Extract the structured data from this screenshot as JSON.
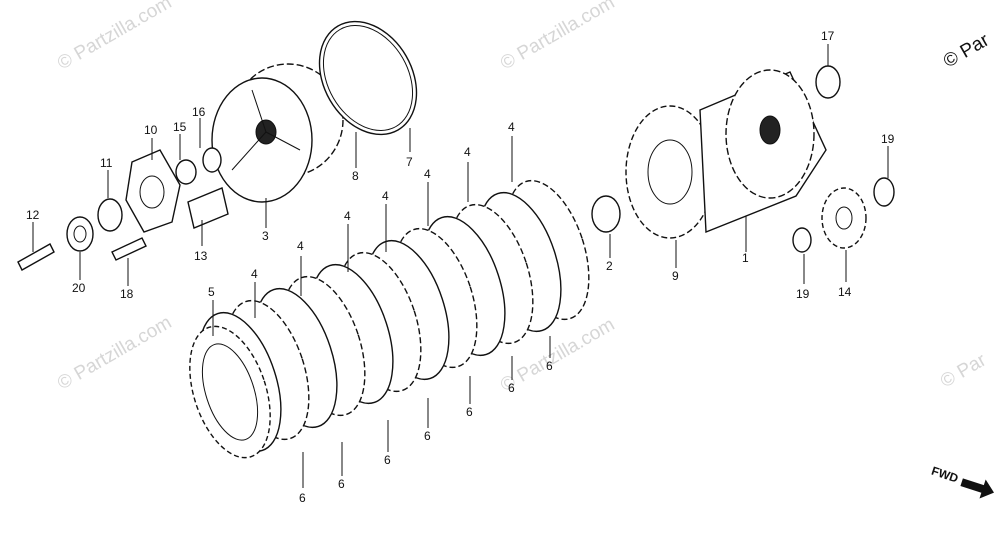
{
  "watermark": {
    "text": "© Partzilla.com",
    "corner_text": "© Par"
  },
  "fwd_label": "FWD",
  "callouts": [
    {
      "id": "c1",
      "text": "1"
    },
    {
      "id": "c2",
      "text": "2"
    },
    {
      "id": "c3",
      "text": "3"
    },
    {
      "id": "c4a",
      "text": "4"
    },
    {
      "id": "c4b",
      "text": "4"
    },
    {
      "id": "c4c",
      "text": "4"
    },
    {
      "id": "c4d",
      "text": "4"
    },
    {
      "id": "c4e",
      "text": "4"
    },
    {
      "id": "c4f",
      "text": "4"
    },
    {
      "id": "c4g",
      "text": "4"
    },
    {
      "id": "c5",
      "text": "5"
    },
    {
      "id": "c6a",
      "text": "6"
    },
    {
      "id": "c6b",
      "text": "6"
    },
    {
      "id": "c6c",
      "text": "6"
    },
    {
      "id": "c6d",
      "text": "6"
    },
    {
      "id": "c6e",
      "text": "6"
    },
    {
      "id": "c6f",
      "text": "6"
    },
    {
      "id": "c6g",
      "text": "6"
    },
    {
      "id": "c7",
      "text": "7"
    },
    {
      "id": "c8",
      "text": "8"
    },
    {
      "id": "c9",
      "text": "9"
    },
    {
      "id": "c10",
      "text": "10"
    },
    {
      "id": "c11",
      "text": "11"
    },
    {
      "id": "c12",
      "text": "12"
    },
    {
      "id": "c13",
      "text": "13"
    },
    {
      "id": "c14",
      "text": "14"
    },
    {
      "id": "c15",
      "text": "15"
    },
    {
      "id": "c16",
      "text": "16"
    },
    {
      "id": "c17",
      "text": "17"
    },
    {
      "id": "c18",
      "text": "18"
    },
    {
      "id": "c19a",
      "text": "19"
    },
    {
      "id": "c19b",
      "text": "19"
    },
    {
      "id": "c20",
      "text": "20"
    }
  ]
}
